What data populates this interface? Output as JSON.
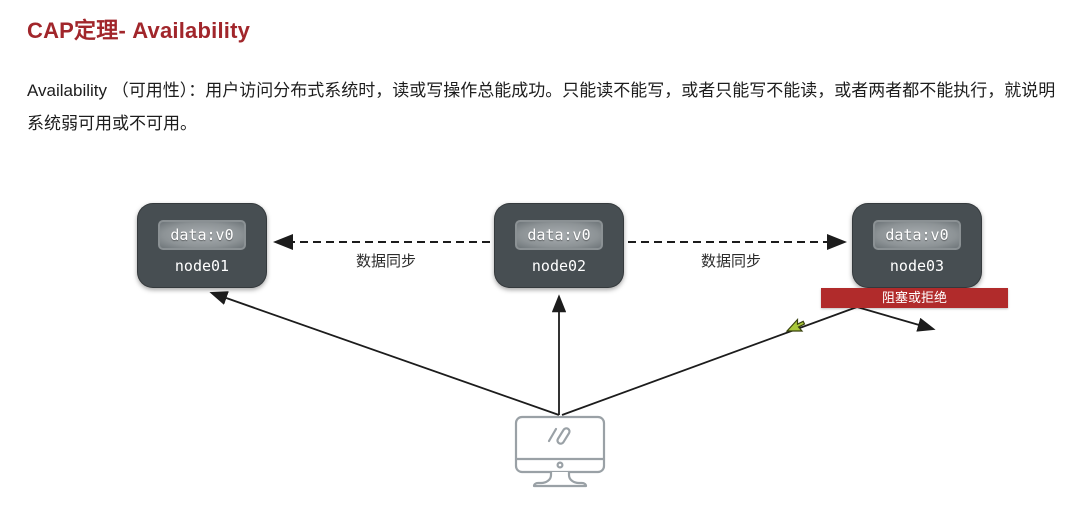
{
  "header": {
    "title": "CAP定理- Availability"
  },
  "description": "Availability （可用性）：用户访问分布式系统时，读或写操作总能成功。只能读不能写，或者只能写不能读，或者两者都不能执行，就说明系统弱可用或不可用。",
  "diagram": {
    "nodes": [
      {
        "name": "node01",
        "data_label": "data:v0"
      },
      {
        "name": "node02",
        "data_label": "data:v0"
      },
      {
        "name": "node03",
        "data_label": "data:v0"
      }
    ],
    "sync_label_left": "数据同步",
    "sync_label_right": "数据同步",
    "blocked_banner": "阻塞或拒绝",
    "icons": {
      "client": "desktop-computer-icon",
      "cursor": "mouse-cursor-icon"
    },
    "colors": {
      "title_red": "#a1262b",
      "banner_red": "#b12b2b",
      "node_fill": "#474e52",
      "arrow_black": "#1c1c1c"
    }
  }
}
